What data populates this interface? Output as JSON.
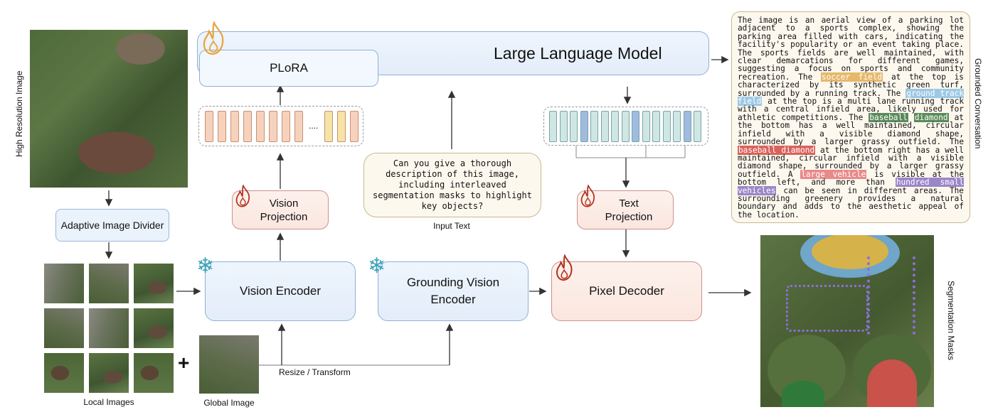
{
  "labels": {
    "high_res": "High Resolution Image",
    "adaptive_divider": "Adaptive Image Divider",
    "local_images": "Local Images",
    "global_image": "Global Image",
    "plus": "+",
    "plora": "PLoRA",
    "llm": "Large Language Model",
    "vision_projection": "Vision Projection",
    "vision_encoder": "Vision Encoder",
    "grounding_vision_encoder": "Grounding Vision Encoder",
    "text_projection": "Text Projection",
    "pixel_decoder": "Pixel Decoder",
    "input_text_caption": "Input Text",
    "resize_transform": "Resize / Transform",
    "grounded_conversation": "Grounded Conversation",
    "segmentation_masks": "Segmentation Masks",
    "ellipsis": "...."
  },
  "prompt": "Can you give a thorough description of this image, including interleaved segmentation masks to highlight key objects?",
  "conversation": [
    {
      "t": "The image is an aerial view of a parking lot adjacent to a sports complex, showing the parking area filled with cars, indicating the facility's popularity or an event taking place. The sports fields are well maintained, with clear demarcations for different games, suggesting a focus on sports and community recreation. The "
    },
    {
      "t": "soccer field",
      "c": "#e6b86a"
    },
    {
      "t": " at the top is characterized by its synthetic green turf, surrounded by a running track. The "
    },
    {
      "t": "ground track field",
      "c": "#9cc9e6"
    },
    {
      "t": " at the top is a multi lane running track with a central infield area, likely used for athletic competitions. The "
    },
    {
      "t": "baseball",
      "c": "#5a8a5a"
    },
    {
      "t": " "
    },
    {
      "t": "diamond",
      "c": "#5a8a5a"
    },
    {
      "t": " at the bottom has a well maintained, circular infield with a visible diamond shape, surrounded by a larger grassy outfield. The "
    },
    {
      "t": "baseball diamond",
      "c": "#d9625c"
    },
    {
      "t": " at the bottom right has a well maintained, circular infield with a visible diamond shape, surrounded by a larger grassy outfield. A "
    },
    {
      "t": "large vehicle",
      "c": "#e88a8a"
    },
    {
      "t": " is visible at the bottom left, and more than "
    },
    {
      "t": "hundred small vehicles",
      "c": "#9b86c9"
    },
    {
      "t": " can be seen in different areas. The surrounding greenery provides a natural boundary and adds to the aesthetic appeal of the location."
    }
  ],
  "colors": {
    "vision_tokens": [
      "#f6d2bd",
      "#f6d2bd",
      "#f6d2bd",
      "#f6d2bd",
      "#f6d2bd",
      "#f6d2bd",
      "#f6d2bd",
      "#f6d2bd",
      "#f6e3a6",
      "#f6e3a6",
      "#f6d2bd"
    ],
    "text_tokens": [
      "#cfe7e3",
      "#cfe7e3",
      "#cfe7e3",
      "#9fbbe0",
      "#cfe7e3",
      "#cfe7e3",
      "#cfe7e3",
      "#cfe7e3",
      "#9fbbe0",
      "#cfe7e3",
      "#cfe7e3",
      "#cfe7e3",
      "#cfe7e3",
      "#9fbbe0",
      "#cfe7e3"
    ],
    "flame": "#e0782a",
    "flame_dark": "#b5311f",
    "snowflake": "#3ca3b8"
  },
  "icons": [
    "fire-icon",
    "snowflake-icon"
  ]
}
